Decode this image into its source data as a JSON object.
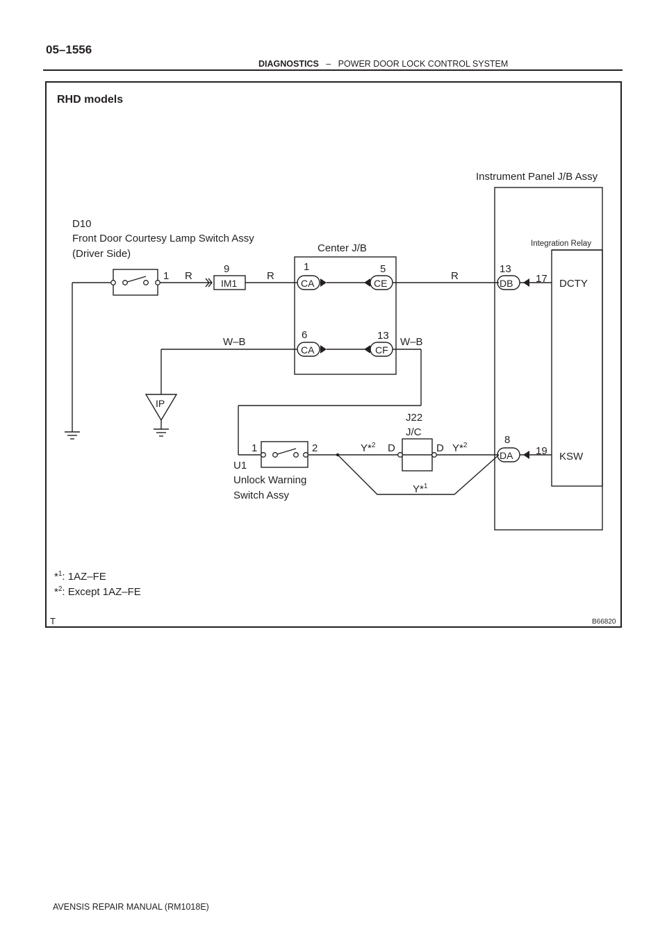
{
  "header": {
    "page_number": "05–1556",
    "section": "DIAGNOSTICS",
    "separator": "–",
    "title": "POWER DOOR LOCK CONTROL SYSTEM"
  },
  "footer": {
    "manual": "AVENSIS REPAIR MANUAL   (RM1018E)"
  },
  "diagram": {
    "heading": "RHD models",
    "figure_id": "B66820",
    "corner_mark": "T",
    "colors": {
      "line": "#231f20",
      "background": "#ffffff"
    },
    "components": {
      "d10": {
        "code": "D10",
        "name": "Front Door Courtesy Lamp Switch Assy",
        "side": "(Driver Side)",
        "pin": "1"
      },
      "center_jb": {
        "name": "Center J/B"
      },
      "instrument_jb": {
        "name": "Instrument Panel J/B Assy"
      },
      "integration_relay": {
        "name": "Integration Relay",
        "dcty": "DCTY",
        "ksw": "KSW",
        "pin_dcty": "17",
        "pin_ksw": "19"
      },
      "u1": {
        "code": "U1",
        "name_line1": "Unlock Warning",
        "name_line2": "Switch Assy",
        "pin1": "1",
        "pin2": "2"
      },
      "j22": {
        "code": "J22",
        "name": "J/C",
        "pin_left": "D",
        "pin_right": "D"
      },
      "ground_ip": {
        "label": "IP"
      }
    },
    "connectors": {
      "im1": {
        "name": "IM1",
        "pin": "9"
      },
      "ca1": {
        "name": "CA",
        "pin": "1"
      },
      "ce5": {
        "name": "CE",
        "pin": "5"
      },
      "ca6": {
        "name": "CA",
        "pin": "6"
      },
      "cf13": {
        "name": "CF",
        "pin": "13"
      },
      "db13": {
        "name": "DB",
        "pin": "13"
      },
      "da8": {
        "name": "DA",
        "pin": "8"
      }
    },
    "wires": {
      "r_d10": "R",
      "r_center": "R",
      "r_to_db": "R",
      "wb_left": "W–B",
      "wb_right": "W–B",
      "y_left": "Y*",
      "y_left_note": "2",
      "y_right": "Y*",
      "y_right_note": "2",
      "y_bottom": "Y*",
      "y_bottom_note": "1"
    },
    "notes": [
      {
        "mark": "*",
        "num": "1",
        "text": ": 1AZ–FE"
      },
      {
        "mark": "*",
        "num": "2",
        "text": ": Except 1AZ–FE"
      }
    ]
  }
}
